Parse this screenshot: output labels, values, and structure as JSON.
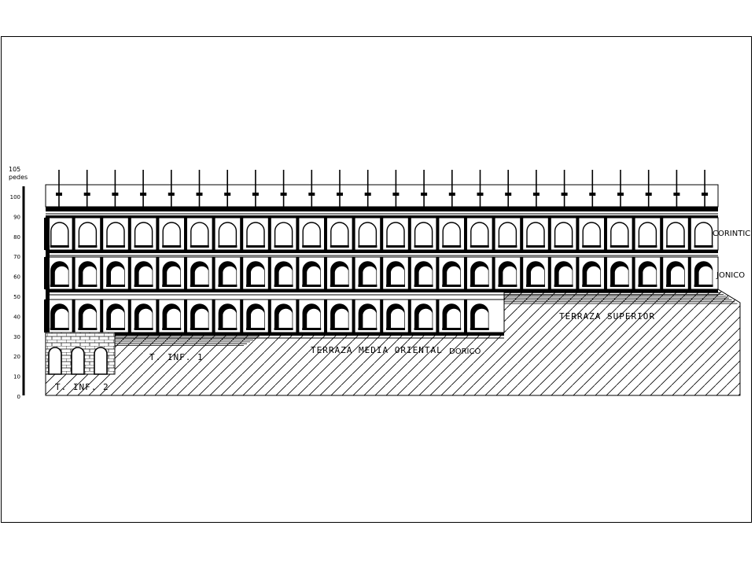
{
  "scale": {
    "value": "105",
    "unit": "pedes",
    "ticks": [
      "100",
      "90",
      "80",
      "70",
      "60",
      "50",
      "40",
      "30",
      "20",
      "10",
      "0"
    ]
  },
  "orders": {
    "top": "CORINTIC",
    "middle": "JONICO",
    "bottom": "DORICO"
  },
  "terraces": {
    "upper": "TERRAZA SUPERIOR",
    "middle_east": "TERRAZA MEDIA ORIENTAL",
    "lower_1": "T. INF. 1",
    "lower_2": "T. INF. 2"
  },
  "colors": {
    "ink": "#000000",
    "paper": "#ffffff"
  }
}
